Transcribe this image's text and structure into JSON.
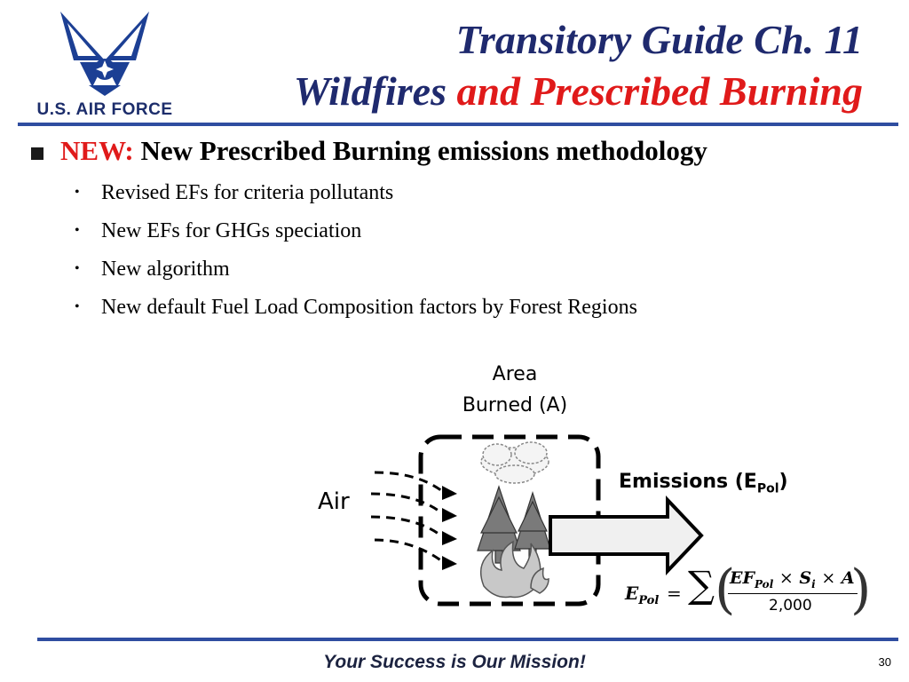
{
  "header": {
    "logo_text": "U.S. AIR FORCE",
    "title_line1": "Transitory Guide Ch. 11",
    "title_line2_part1": "Wildfires",
    "title_line2_part2": "and Prescribed Burning"
  },
  "content": {
    "main_bullet_prefix": "NEW:",
    "main_bullet_text": "New Prescribed Burning emissions methodology",
    "sub_bullets": [
      "Revised EFs for criteria pollutants",
      "New EFs for GHGs speciation",
      "New algorithm",
      "New default Fuel Load Composition factors by Forest Regions"
    ]
  },
  "diagram": {
    "area_label_line1": "Area",
    "area_label_line2": "Burned (A)",
    "air_label": "Air",
    "emissions_label": "Emissions (E",
    "emissions_sub": "Pol",
    "emissions_close": ")"
  },
  "formula": {
    "lhs": "E",
    "lhs_sub": "Pol",
    "equals": "=",
    "sum": "∑",
    "numerator_ef": "EF",
    "numerator_ef_sub": "Pol",
    "times": "×",
    "numerator_s": "S",
    "numerator_s_sub": "i",
    "numerator_a": "A",
    "denominator": "2,000"
  },
  "footer": {
    "slogan": "Your Success is Our Mission!",
    "page_number": "30"
  },
  "colors": {
    "title_blue": "#1f2a6e",
    "title_red": "#e01a1a",
    "rule_blue": "#2f4da0"
  }
}
